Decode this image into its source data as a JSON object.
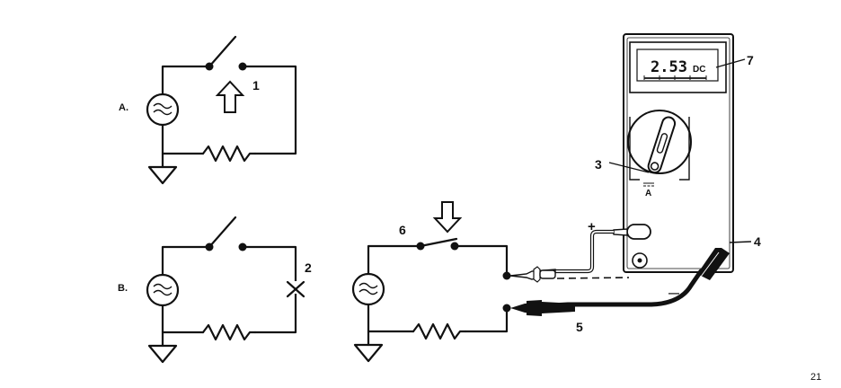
{
  "page_number": "21",
  "circuit_a": {
    "label": "A.",
    "callout": "1"
  },
  "circuit_b": {
    "label": "B.",
    "callout": "2"
  },
  "circuit_c": {
    "callout_switch": "6",
    "callout_black_lead": "5"
  },
  "meter": {
    "display_value": "2.53",
    "display_mode": "DC",
    "range_label": "A",
    "callout_display": "7",
    "callout_selector": "3",
    "callout_common_jack": "4",
    "plus_sign": "+",
    "minus_sign": "—"
  },
  "icons": {
    "ac_source": "ac-source-icon",
    "ground": "ground-icon",
    "resistor": "resistor-icon",
    "open_arrow_up": "arrow-up-icon",
    "open_arrow_down": "arrow-down-icon",
    "break_mark": "break-x-icon"
  }
}
